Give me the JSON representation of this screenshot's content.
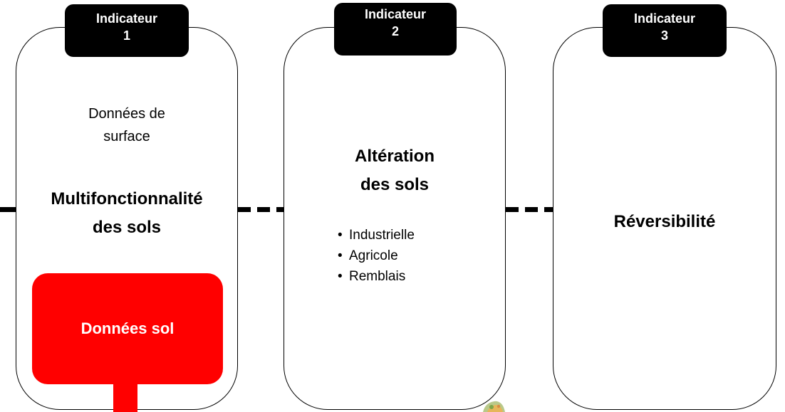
{
  "indicators": [
    {
      "tag_line1": "Indicateur",
      "tag_line2": "1"
    },
    {
      "tag_line1": "Indicateur",
      "tag_line2": "2"
    },
    {
      "tag_line1": "Indicateur",
      "tag_line2": "3"
    }
  ],
  "card1": {
    "surface_line1": "Données de",
    "surface_line2": "surface",
    "title_line1": "Multifonctionnalité",
    "title_line2": "des sols",
    "soil_box_label": "Données sol"
  },
  "card2": {
    "title_line1": "Altération",
    "title_line2": "des sols",
    "bullets": [
      "Industrielle",
      "Agricole",
      "Remblais"
    ]
  },
  "card3": {
    "title": "Réversibilité"
  },
  "colors": {
    "accent": "#ff0000",
    "tag_background": "#000000",
    "border": "#000000"
  }
}
